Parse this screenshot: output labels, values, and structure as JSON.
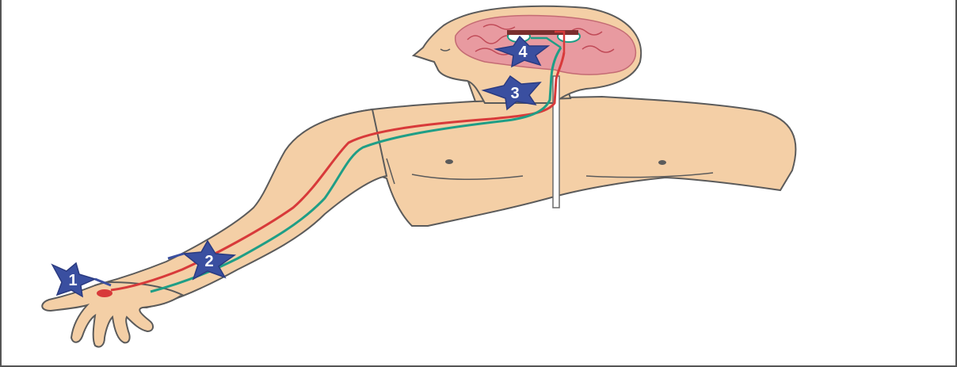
{
  "colors": {
    "skin": "#f4cfa6",
    "skin_outline": "#5b5b5b",
    "neuron": "#3a4fa0",
    "pathway_red": "#d83a3a",
    "pathway_green": "#1f9e86",
    "brain": "#e89aa0",
    "spinal_cord": "#ffffff"
  },
  "neurons": [
    {
      "label": "1",
      "icon": "neuron-icon"
    },
    {
      "label": "2",
      "icon": "neuron-icon"
    },
    {
      "label": "3",
      "icon": "neuron-icon"
    },
    {
      "label": "4",
      "icon": "neuron-icon"
    }
  ]
}
